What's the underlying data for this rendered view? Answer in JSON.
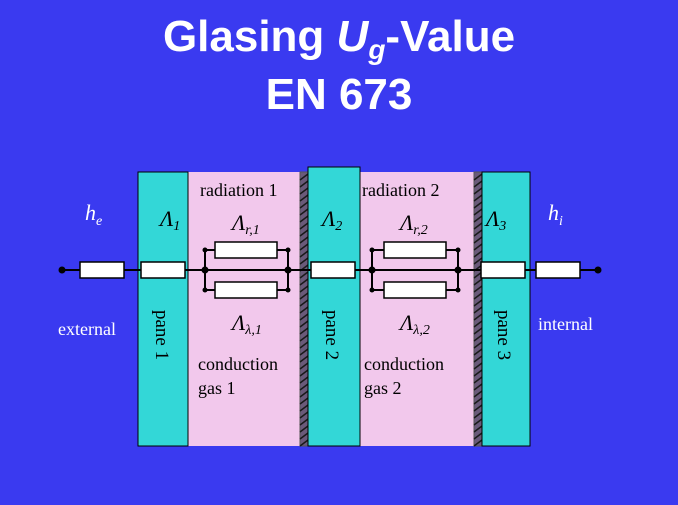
{
  "title": {
    "line1_prefix": "Glasing ",
    "line1_var": "U",
    "line1_sub": "g",
    "line1_suffix": "-Value",
    "line2": "EN 673"
  },
  "diagram": {
    "he_var": "h",
    "he_sub": "e",
    "hi_var": "h",
    "hi_sub": "i",
    "external": "external",
    "internal": "internal",
    "panes": [
      "pane 1",
      "pane 2",
      "pane 3"
    ],
    "lambda_pane": [
      {
        "sym": "Λ",
        "sub": "1"
      },
      {
        "sym": "Λ",
        "sub": "2"
      },
      {
        "sym": "Λ",
        "sub": "3"
      }
    ],
    "gaps": [
      {
        "radiation": "radiation 1",
        "lr_sym": "Λ",
        "lr_sub": "r,1",
        "ll_sym": "Λ",
        "ll_sub": "λ,1",
        "conduction": "conduction",
        "gas": "gas 1"
      },
      {
        "radiation": "radiation 2",
        "lr_sym": "Λ",
        "lr_sub": "r,2",
        "ll_sym": "Λ",
        "ll_sub": "λ,2",
        "conduction": "conduction",
        "gas": "gas 2"
      }
    ],
    "colors": {
      "background": "#3a3af0",
      "pane": "#33d7d7",
      "gap": "#f2c8ec",
      "resistor": "#ffffff"
    }
  }
}
